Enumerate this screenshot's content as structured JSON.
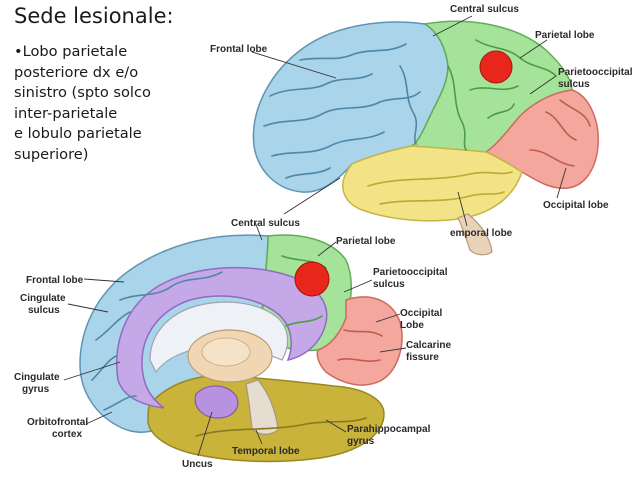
{
  "slide": {
    "title": "Sede lesionale:",
    "text_lines": [
      "•Lobo parietale",
      "posteriore dx e/o",
      "sinistro (spto solco",
      "inter-parietale",
      "e lobulo parietale",
      "superiore)"
    ]
  },
  "lateral_labels": {
    "central_sulcus": "Central sulcus",
    "parietal_lobe": "Parietal lobe",
    "frontal_lobe": "Frontal lobe",
    "parietooccipital_1": "Parietooccipital",
    "parietooccipital_2": "sulcus",
    "occipital_lobe": "Occipital lobe",
    "temporal_lobe": "emporal lobe"
  },
  "medial_labels": {
    "central_sulcus": "Central sulcus",
    "parietal_lobe": "Parietal lobe",
    "frontal_lobe": "Frontal lobe",
    "parietooccipital_1": "Parietooccipital",
    "parietooccipital_2": "sulcus",
    "cingulate_sulcus_1": "Cingulate",
    "cingulate_sulcus_2": "sulcus",
    "occipital_1": "Occipital",
    "occipital_2": "Lobe",
    "calcarine_1": "Calcarine",
    "calcarine_2": "fissure",
    "cingulate_gyrus_1": "Cingulate",
    "cingulate_gyrus_2": "gyrus",
    "orbitofrontal_1": "Orbitofrontal",
    "orbitofrontal_2": "cortex",
    "parahippocampal_1": "Parahippocampal",
    "parahippocampal_2": "gyrus",
    "uncus": "Uncus",
    "temporal_lobe": "Temporal lobe"
  },
  "colors": {
    "frontal": "#a9d4ea",
    "parietal": "#a6e39a",
    "occipital": "#f3a79d",
    "temporal": "#f2e486",
    "medial_temporal": "#c9b33a",
    "cingulate": "#c5a8e8",
    "thalamus": "#f0d6b2",
    "marker": "#e8261c"
  }
}
